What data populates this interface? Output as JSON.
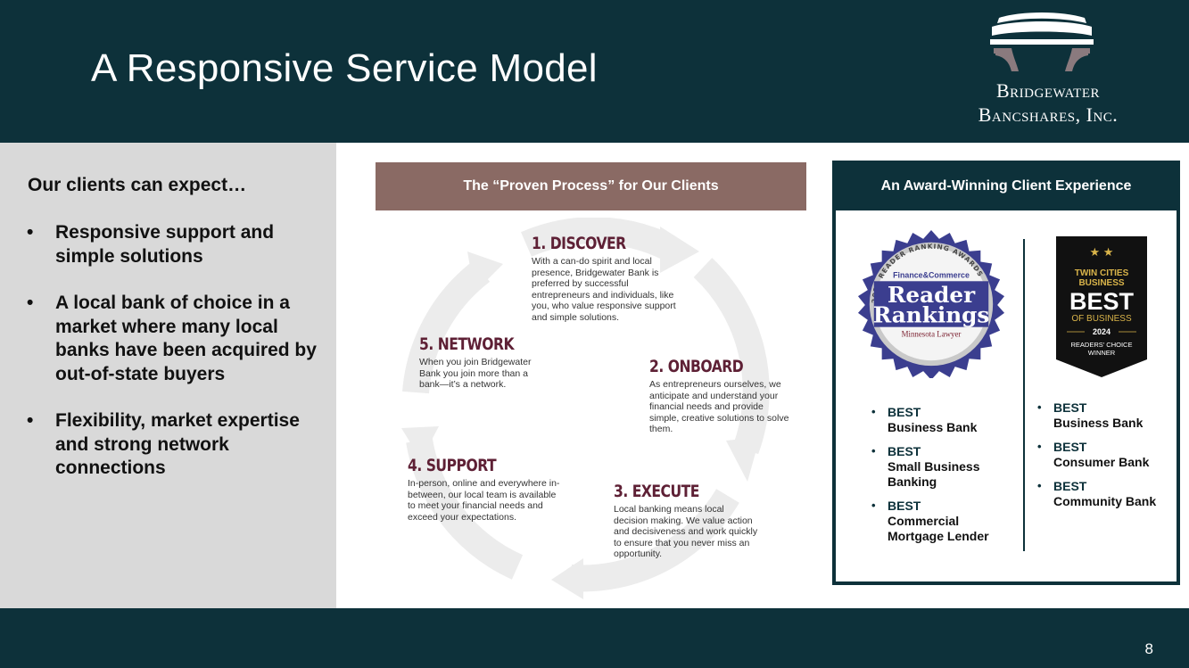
{
  "slide": {
    "title": "A Responsive Service Model",
    "page_number": "8"
  },
  "logo": {
    "line1": "Bridgewater",
    "line2": "Bancshares, Inc."
  },
  "left_panel": {
    "heading": "Our clients can expect…",
    "bullet_glyph": "•",
    "items": [
      "Responsive support and simple solutions",
      "A local bank of choice in a market where many local banks have been acquired by out-of-state buyers",
      "Flexibility, market expertise and strong network connections"
    ]
  },
  "process": {
    "banner": "The “Proven Process” for Our Clients",
    "steps": [
      {
        "title": "1. DISCOVER",
        "body": "With a can-do spirit and local presence, Bridgewater Bank is preferred by successful entrepreneurs and individuals, like you, who value responsive support and simple solutions."
      },
      {
        "title": "2. ONBOARD",
        "body": "As entrepreneurs ourselves, we anticipate and understand your financial needs and provide simple, creative solutions to solve them."
      },
      {
        "title": "3. EXECUTE",
        "body": "Local banking means local decision making. We value action and decisiveness and work quickly to ensure that you never miss an opportunity."
      },
      {
        "title": "4. SUPPORT",
        "body": "In-person, online and everywhere in-between, our local team is available to meet your financial needs and exceed your expectations."
      },
      {
        "title": "5. NETWORK",
        "body": "When you join Bridgewater Bank you join more than a bank—it’s a network."
      }
    ]
  },
  "awards": {
    "header": "An Award-Winning Client Experience",
    "badge_left": {
      "ring_text": "2024 READER RANKING AWARDS",
      "top": "Finance&Commerce",
      "main1": "Reader",
      "main2": "Rankings",
      "bottom": "Minnesota Lawyer"
    },
    "badge_right": {
      "line1": "TWIN CITIES",
      "line2": "BUSINESS",
      "line3": "BEST",
      "line4": "OF BUSINESS",
      "year": "2024",
      "line5": "READERS' CHOICE",
      "line6": "WINNER"
    },
    "left_list": [
      {
        "head": "BEST",
        "sub": "Business Bank"
      },
      {
        "head": "BEST",
        "sub": "Small Business Banking"
      },
      {
        "head": "BEST",
        "sub": "Commercial Mortgage Lender"
      }
    ],
    "right_list": [
      {
        "head": "BEST",
        "sub": "Business Bank"
      },
      {
        "head": "BEST",
        "sub": "Consumer Bank"
      },
      {
        "head": "BEST",
        "sub": "Community Bank"
      }
    ],
    "bullet_glyph": "•"
  },
  "colors": {
    "navy": "#0d313a",
    "mauve": "#8a6a64",
    "plum": "#5e2035",
    "panel_gray": "#d9d9d9",
    "badge_blue": "#3b3e8f",
    "gold": "#d9b44a"
  }
}
